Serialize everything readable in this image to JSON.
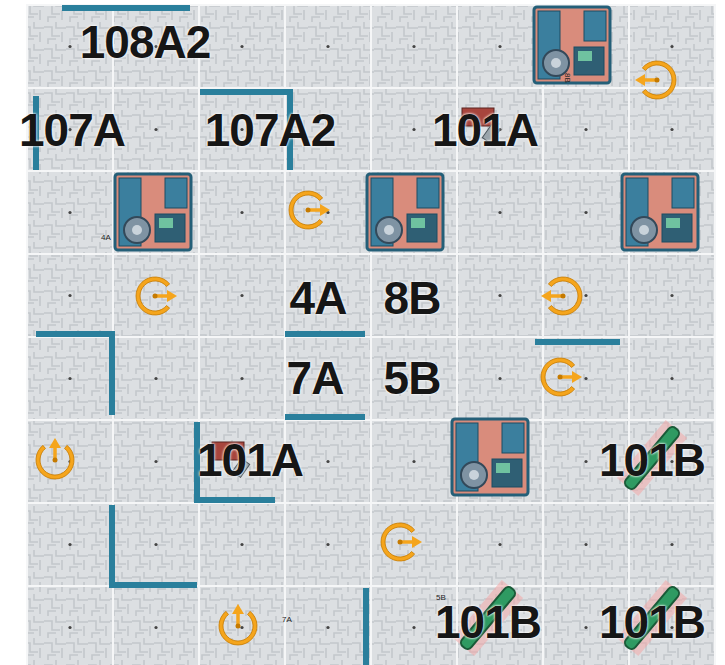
{
  "diagram": {
    "labels": [
      "108A2",
      "8B",
      "107A",
      "107A2",
      "101A",
      "4A",
      "4A",
      "8B",
      "7A",
      "5B",
      "101A",
      "101B",
      "5B",
      "7A",
      "101B",
      "101B"
    ]
  }
}
